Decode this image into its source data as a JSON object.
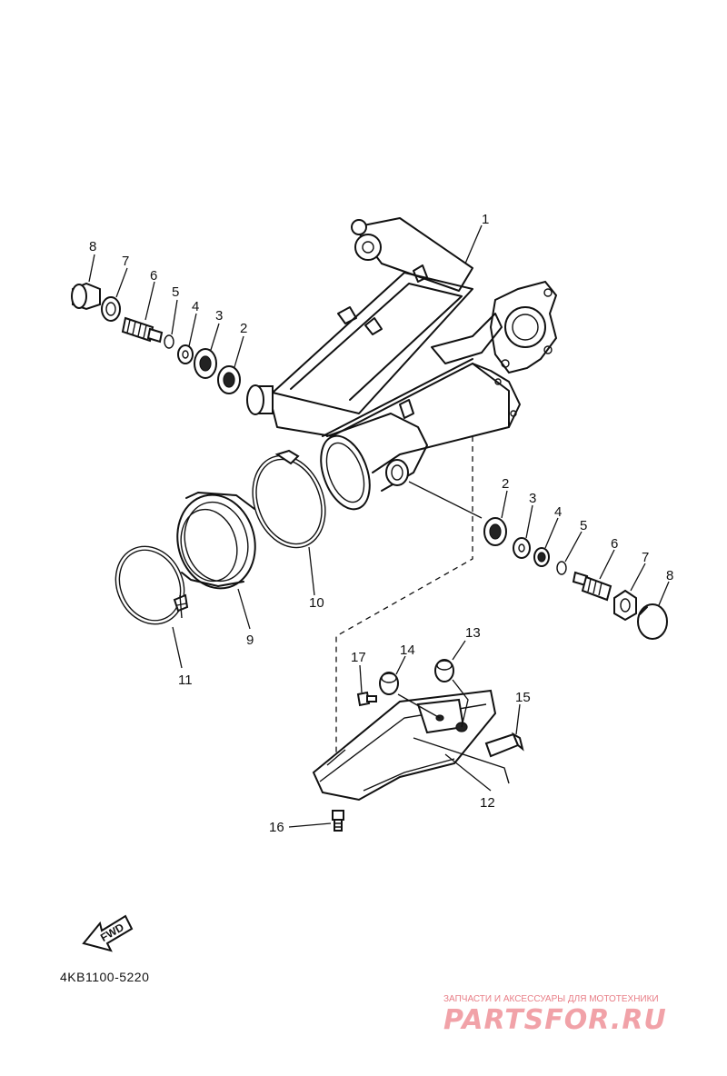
{
  "diagram": {
    "drawing_code": "4KB1100-5220",
    "fwd_label": "FWD",
    "callouts": {
      "c1": "1",
      "c2a": "2",
      "c3a": "3",
      "c4a": "4",
      "c5a": "5",
      "c6a": "6",
      "c7a": "7",
      "c8a": "8",
      "c2b": "2",
      "c3b": "3",
      "c4b": "4",
      "c5b": "5",
      "c6b": "6",
      "c7b": "7",
      "c8b": "8",
      "c9": "9",
      "c10": "10",
      "c11": "11",
      "c12": "12",
      "c13": "13",
      "c14": "14",
      "c15": "15",
      "c16": "16",
      "c17": "17"
    }
  },
  "watermark": {
    "tagline": "ЗАПЧАСТИ И АКСЕССУАРЫ ДЛЯ МОТОТЕХНИКИ",
    "site": "PARTSFOR.RU"
  }
}
